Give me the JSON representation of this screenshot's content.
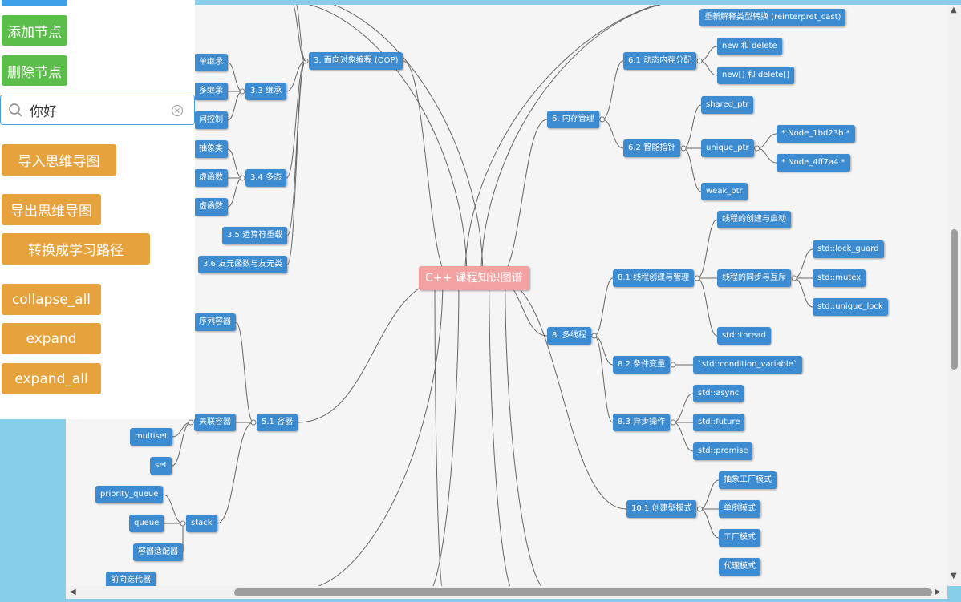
{
  "sidebar": {
    "add_node": "添加节点",
    "delete_node": "删除节点",
    "search_value": "你好",
    "import_label": "导入思维导图",
    "export_label": "导出思维导图",
    "convert_label": "转换成学习路径",
    "collapse_all": "collapse_all",
    "expand": "expand",
    "expand_all": "expand_all"
  },
  "mindmap": {
    "root": "C++ 课程知识图谱",
    "nodes": [
      {
        "id": "n_reinterpret",
        "label": "重新解释类型转换 (reinterpret_cast)"
      },
      {
        "id": "n_oop",
        "label": "3. 面向对象编程 (OOP)"
      },
      {
        "id": "n_single",
        "label": "单继承"
      },
      {
        "id": "n_multi",
        "label": "多继承"
      },
      {
        "id": "n_access",
        "label": "问控制"
      },
      {
        "id": "n_inherit",
        "label": "3.3 继承"
      },
      {
        "id": "n_abstract",
        "label": "抽象类"
      },
      {
        "id": "n_virtual1",
        "label": "虚函数"
      },
      {
        "id": "n_virtual2",
        "label": "虚函数"
      },
      {
        "id": "n_poly",
        "label": "3.4 多态"
      },
      {
        "id": "n_overload",
        "label": "3.5 运算符重载"
      },
      {
        "id": "n_friend",
        "label": "3.6 友元函数与友元类"
      },
      {
        "id": "n_seq",
        "label": "序列容器"
      },
      {
        "id": "n_assoc",
        "label": "关联容器"
      },
      {
        "id": "n_container",
        "label": "5.1 容器"
      },
      {
        "id": "n_multiset",
        "label": "multiset"
      },
      {
        "id": "n_set",
        "label": "set"
      },
      {
        "id": "n_pq",
        "label": "priority_queue"
      },
      {
        "id": "n_queue",
        "label": "queue"
      },
      {
        "id": "n_stack",
        "label": "stack"
      },
      {
        "id": "n_adapter",
        "label": "容器适配器"
      },
      {
        "id": "n_fwdit",
        "label": "前向迭代器"
      },
      {
        "id": "n_mem",
        "label": "6. 内存管理"
      },
      {
        "id": "n_dyn",
        "label": "6.1 动态内存分配"
      },
      {
        "id": "n_newdel",
        "label": "new 和 delete"
      },
      {
        "id": "n_newdelarr",
        "label": "new[] 和 delete[]"
      },
      {
        "id": "n_smart",
        "label": "6.2 智能指针"
      },
      {
        "id": "n_shared",
        "label": "shared_ptr"
      },
      {
        "id": "n_unique",
        "label": "unique_ptr"
      },
      {
        "id": "n_node1",
        "label": "* Node_1bd23b *"
      },
      {
        "id": "n_node2",
        "label": "* Node_4ff7a4 *"
      },
      {
        "id": "n_weak",
        "label": "weak_ptr"
      },
      {
        "id": "n_thread8",
        "label": "8. 多线程"
      },
      {
        "id": "n_t81",
        "label": "8.1 线程创建与管理"
      },
      {
        "id": "n_tcreate",
        "label": "线程的创建与启动"
      },
      {
        "id": "n_tsync",
        "label": "线程的同步与互斥"
      },
      {
        "id": "n_lockguard",
        "label": "std::lock_guard"
      },
      {
        "id": "n_mutex",
        "label": "std::mutex"
      },
      {
        "id": "n_uniquelock",
        "label": "std::unique_lock"
      },
      {
        "id": "n_stdthread",
        "label": "std::thread"
      },
      {
        "id": "n_t82",
        "label": "8.2 条件变量"
      },
      {
        "id": "n_condvar",
        "label": "`std::condition_variable`"
      },
      {
        "id": "n_t83",
        "label": "8.3 异步操作"
      },
      {
        "id": "n_async",
        "label": "std::async"
      },
      {
        "id": "n_future",
        "label": "std::future"
      },
      {
        "id": "n_promise",
        "label": "std::promise"
      },
      {
        "id": "n_create",
        "label": "10.1 创建型模式"
      },
      {
        "id": "n_absfactory",
        "label": "抽象工厂模式"
      },
      {
        "id": "n_singleton",
        "label": "单例模式"
      },
      {
        "id": "n_factory",
        "label": "工厂模式"
      },
      {
        "id": "n_proxy",
        "label": "代理模式"
      }
    ]
  },
  "colors": {
    "node": "#3d8bd0",
    "root": "#f4a1a1",
    "green_button": "#5cbe4a",
    "orange_button": "#e6a23c",
    "background": "#87ceeb"
  }
}
